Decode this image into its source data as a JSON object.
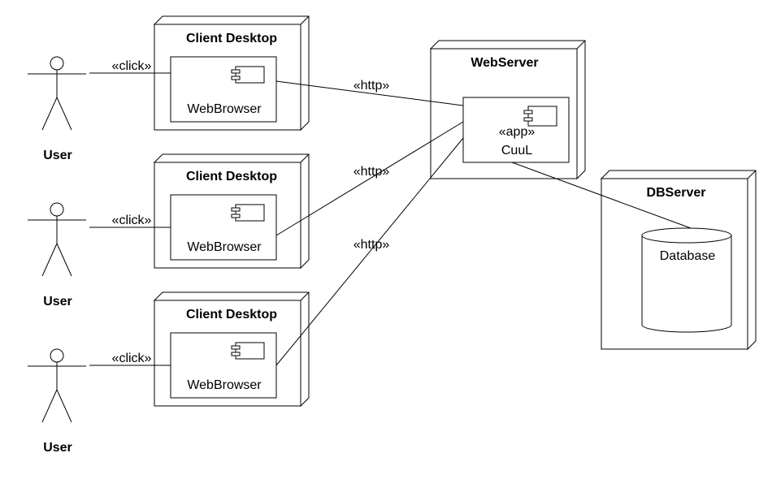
{
  "users": [
    {
      "label": "User",
      "edge_label": "«click»"
    },
    {
      "label": "User",
      "edge_label": "«click»"
    },
    {
      "label": "User",
      "edge_label": "«click»"
    }
  ],
  "clients": [
    {
      "title": "Client Desktop",
      "component": "WebBrowser",
      "edge_label": "«http»"
    },
    {
      "title": "Client Desktop",
      "component": "WebBrowser",
      "edge_label": "«http»"
    },
    {
      "title": "Client Desktop",
      "component": "WebBrowser",
      "edge_label": "«http»"
    }
  ],
  "webserver": {
    "title": "WebServer",
    "stereotype": "«app»",
    "component": "CuuL"
  },
  "dbserver": {
    "title": "DBServer",
    "database": "Database"
  }
}
